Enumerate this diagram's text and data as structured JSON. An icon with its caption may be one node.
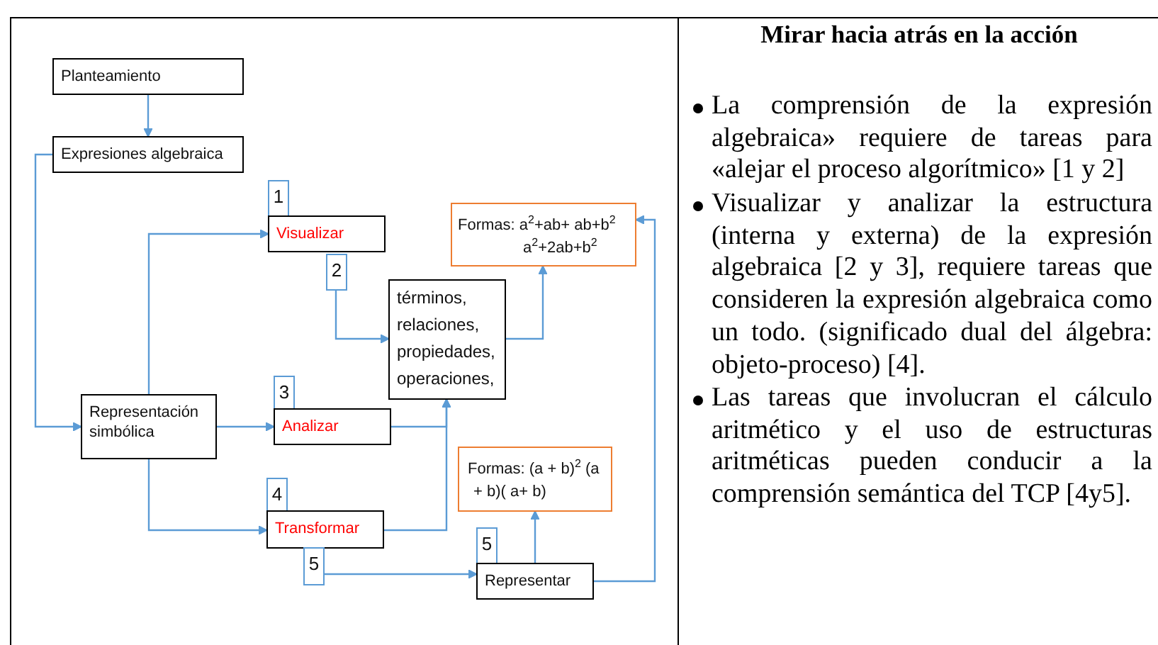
{
  "diagram": {
    "title": "Mirar hacia atrás en la acción",
    "nodes": [
      {
        "text": [
          "Planteamiento"
        ]
      },
      {
        "text": [
          "Expresiones algebraica"
        ]
      },
      {
        "text": [
          "1"
        ]
      },
      {
        "text": [
          "Visualizar"
        ]
      },
      {
        "text": [
          "Formas: a$^{2}$+ab+ ab+b$^{2}$ a$^{2}$+2ab+b$^{2}$"
        ]
      },
      {
        "text": [
          "2"
        ]
      },
      {
        "text": [
          "términos, relaciones, propiedades, operaciones,"
        ]
      },
      {
        "text": [
          "Representación simbólica"
        ]
      },
      {
        "text": [
          "3"
        ]
      },
      {
        "text": [
          "Analizar"
        ]
      },
      {
        "text": [
          "Formas: (a + b)$^{2}$ (a + b)( a+ b)"
        ]
      },
      {
        "text": [
          "4"
        ]
      },
      {
        "text": [
          "Transformar"
        ]
      },
      {
        "text": [
          "5"
        ]
      },
      {
        "text": [
          "5"
        ]
      },
      {
        "text": [
          "Representar"
        ]
      }
    ],
    "edges": [
      {
        "from": 0,
        "to": 1,
        "arrow": "to"
      },
      {
        "from": 1,
        "to": 7,
        "arrow": "to"
      },
      {
        "from": 7,
        "to": 3,
        "arrow": "to"
      },
      {
        "from": 5,
        "to": 6,
        "arrow": "to"
      },
      {
        "from": 6,
        "to": 4,
        "arrow": "to"
      },
      {
        "from": 7,
        "to": 9,
        "arrow": "to"
      },
      {
        "from": 9,
        "to": 6,
        "arrow": "to"
      },
      {
        "from": 12,
        "to": 6,
        "arrow": "to"
      },
      {
        "from": 7,
        "to": 12,
        "arrow": "to"
      },
      {
        "from": 14,
        "to": 15,
        "arrow": "to"
      },
      {
        "from": 15,
        "to": 10,
        "arrow": "to"
      },
      {
        "from": 15,
        "to": 4,
        "arrow": "to"
      }
    ],
    "labels": [
      "La comprensión de la expresión algebraica» requiere de tareas para «alejar el proceso algorítmico» [1 y 2]",
      "Visualizar y analizar la estructura (interna y externa) de la expresión algebraica [2 y 3], requiere tareas que consideren la expresión algebraica como un todo. (significado dual del álgebra: objeto-proceso) [4].",
      "Las tareas que involucran el cálculo aritmético y el uso de estructuras aritméticas pueden conducir a la comprensión semántica del TCP [4y5]."
    ]
  }
}
